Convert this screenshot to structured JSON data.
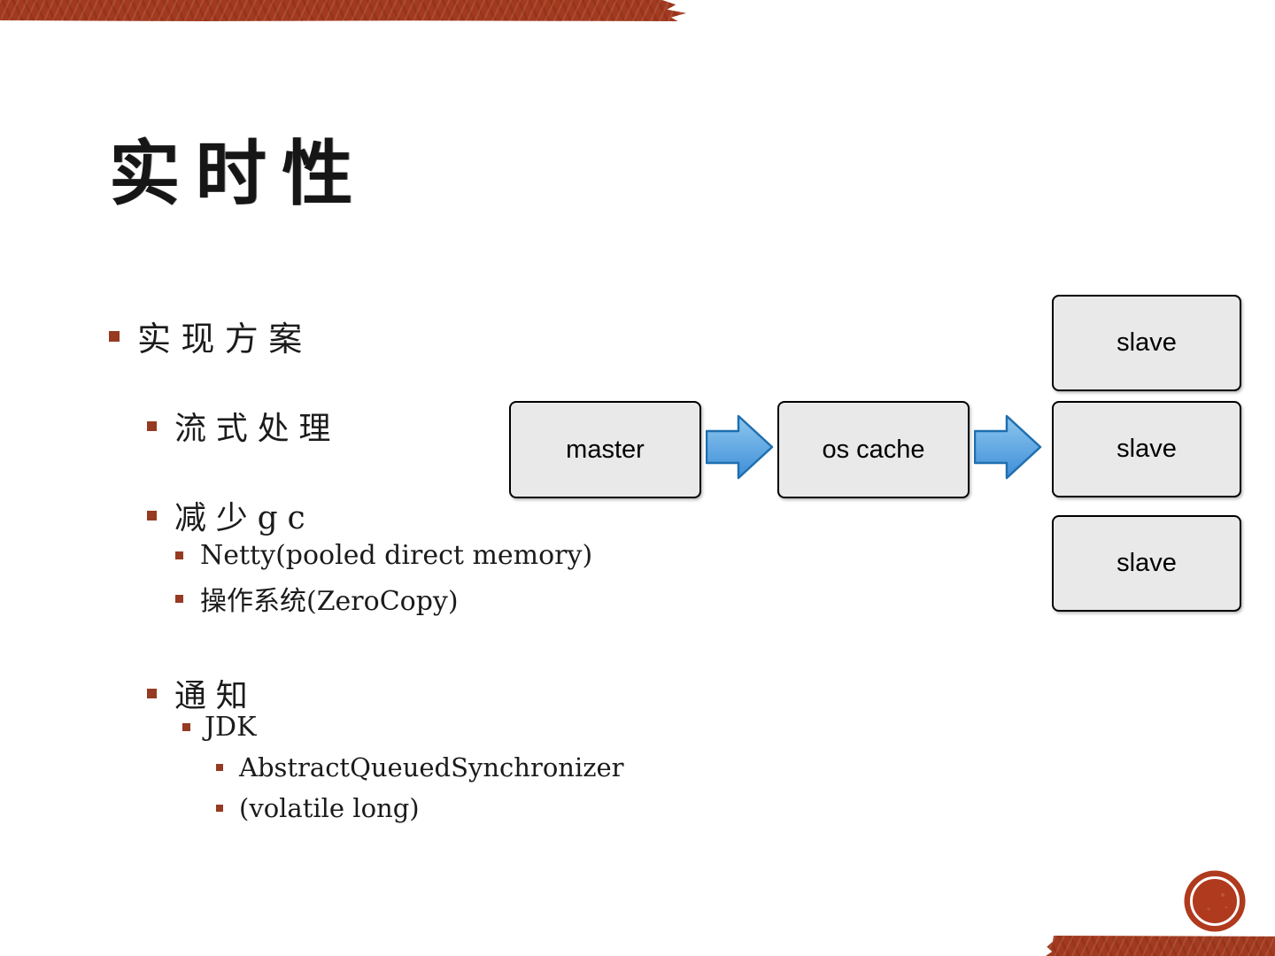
{
  "slide": {
    "title": "实时性",
    "bullets": [
      {
        "level": 1,
        "text": "实现方案"
      },
      {
        "level": 2,
        "text": "流式处理"
      },
      {
        "level": 2,
        "text": "减少gc"
      },
      {
        "level": 3,
        "text": "Netty(pooled direct memory)"
      },
      {
        "level": 3,
        "text": "操作系统(ZeroCopy)"
      },
      {
        "level": 2,
        "text": "通知"
      },
      {
        "level": 3,
        "text": "JDK"
      },
      {
        "level": 4,
        "text": "AbstractQueuedSynchronizer"
      },
      {
        "level": 4,
        "text": "(volatile long)"
      }
    ],
    "theme": {
      "accent_red": "#A23A1F",
      "bullet_red": "#963A22",
      "text_color": "#1B1B1B",
      "seal_red": "#B03A1E"
    }
  },
  "diagram": {
    "nodes": [
      {
        "id": "master",
        "label": "master"
      },
      {
        "id": "os_cache",
        "label": "os cache"
      },
      {
        "id": "slave_1",
        "label": "slave"
      },
      {
        "id": "slave_2",
        "label": "slave"
      },
      {
        "id": "slave_3",
        "label": "slave"
      }
    ],
    "edges": [
      {
        "from": "master",
        "to": "os_cache"
      },
      {
        "from": "os_cache",
        "to": "slave_2"
      }
    ],
    "node_fill": "#E9E9E9",
    "node_border": "#000000",
    "arrow_fill_top": "#8EC7EF",
    "arrow_fill_bottom": "#3E8ED8",
    "arrow_border": "#1F6FAF"
  }
}
